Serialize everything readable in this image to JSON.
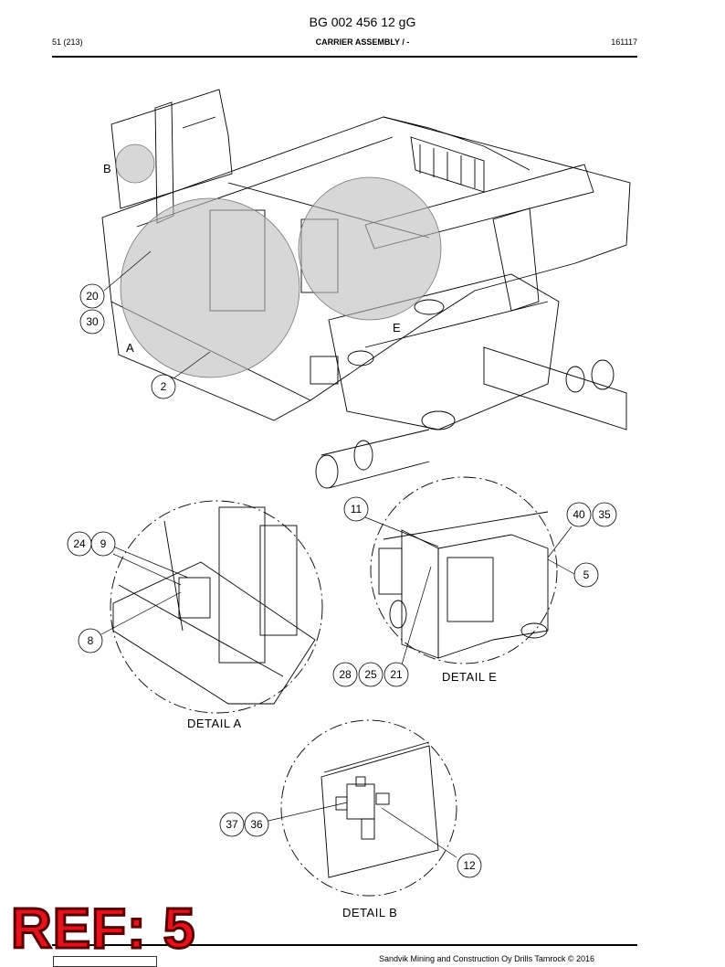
{
  "header": {
    "doc_number": "BG 002 456 12 gG",
    "page": "51 (213)",
    "section_title": "CARRIER ASSEMBLY / -",
    "date_code": "161117"
  },
  "main_view": {
    "letters": {
      "b": "B",
      "a": "A",
      "e": "E"
    },
    "balloons": {
      "b20": "20",
      "b30": "30",
      "b2": "2"
    }
  },
  "detail_a": {
    "caption": "DETAIL  A",
    "balloons": {
      "b24": "24",
      "b9": "9",
      "b8": "8"
    }
  },
  "detail_e": {
    "caption": "DETAIL  E",
    "balloons": {
      "b11": "11",
      "b40": "40",
      "b35": "35",
      "b5": "5",
      "b28": "28",
      "b25": "25",
      "b21": "21"
    }
  },
  "detail_b": {
    "caption": "DETAIL  B",
    "balloons": {
      "b37": "37",
      "b36": "36",
      "b12": "12"
    }
  },
  "stamp": {
    "ref_text": "REF: 5"
  },
  "footer": {
    "copyright": "Sandvik Mining and Construction Oy Drills Tamrock © 2016"
  }
}
